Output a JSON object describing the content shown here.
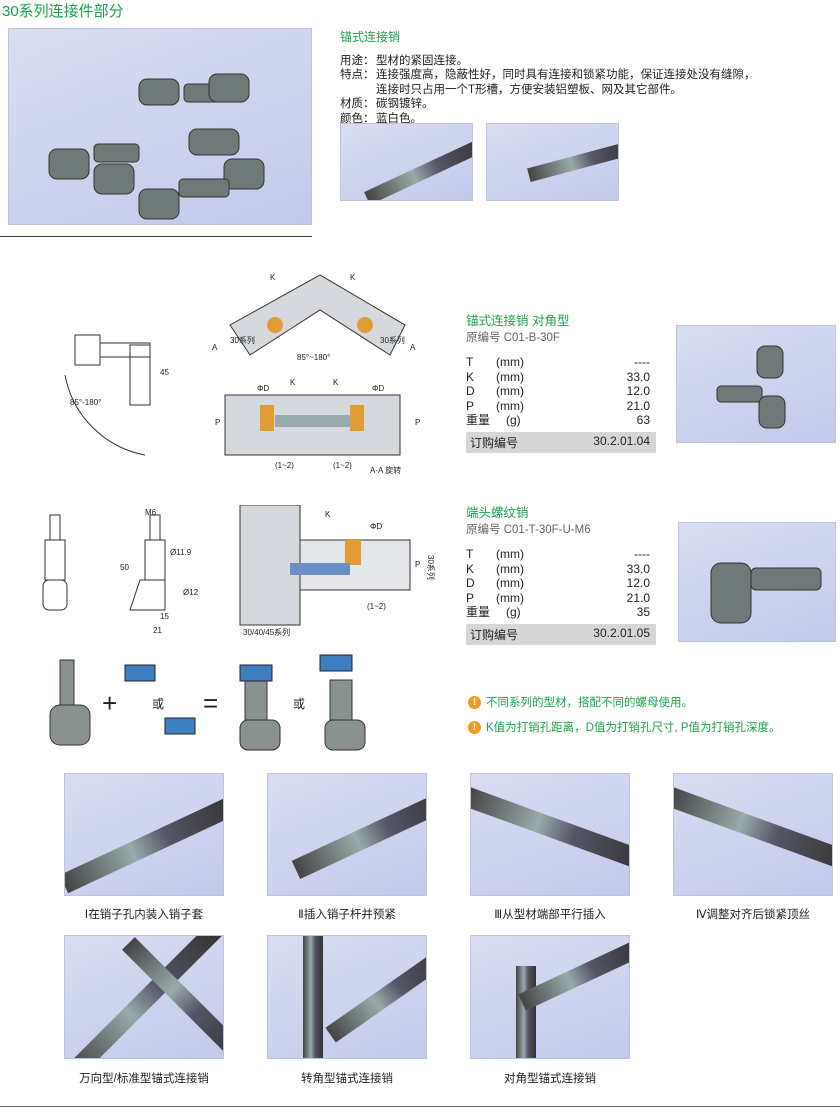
{
  "page_title": "30系列连接件部分",
  "intro": {
    "heading": "锚式连接销",
    "rows": [
      {
        "k": "用途：",
        "v": "型材的紧固连接。"
      },
      {
        "k": "特点：",
        "v": "连接强度高，隐蔽性好，同时具有连接和锁紧功能，保证连接处没有缝隙，"
      },
      {
        "k": "",
        "v": "连接时只占用一个T形槽，方便安装铝塑板、网及其它部件。"
      },
      {
        "k": "材质：",
        "v": "碳钢镀锌。"
      },
      {
        "k": "颜色：",
        "v": "蓝白色。"
      }
    ]
  },
  "drawing1": {
    "k": "K",
    "phid": "ΦD",
    "p": "P",
    "angle": "85°~180°",
    "angle2": "85°-180°",
    "series": "30系列",
    "a": "A",
    "aa": "A-A 旋转",
    "gap": "(1~2)",
    "h": "45"
  },
  "drawing2": {
    "m6": "M6",
    "d119": "Ø11.9",
    "d12": "Ø12",
    "l50": "50",
    "l15": "15",
    "l21": "21",
    "k": "K",
    "phid": "ΦD",
    "p": "P",
    "series": "30系列",
    "series3": "30/40/45系列",
    "gap": "(1~2)"
  },
  "specs": [
    {
      "name": "锚式连接销  对角型",
      "code": "原编号 C01-B-30F",
      "lines": [
        {
          "a": "T",
          "b": "(mm)",
          "c": "----"
        },
        {
          "a": "K",
          "b": "(mm)",
          "c": "33.0"
        },
        {
          "a": "D",
          "b": "(mm)",
          "c": "12.0"
        },
        {
          "a": "P",
          "b": "(mm)",
          "c": "21.0"
        },
        {
          "a": "重量",
          "b": "   (g)",
          "c": "63"
        }
      ],
      "order_label": "订购编号",
      "order": "30.2.01.04"
    },
    {
      "name": "端头螺纹销",
      "code": "原编号 C01-T-30F-U-M6",
      "lines": [
        {
          "a": "T",
          "b": "(mm)",
          "c": "----"
        },
        {
          "a": "K",
          "b": "(mm)",
          "c": "33.0"
        },
        {
          "a": "D",
          "b": "(mm)",
          "c": "12.0"
        },
        {
          "a": "P",
          "b": "(mm)",
          "c": "21.0"
        },
        {
          "a": "重量",
          "b": "   (g)",
          "c": "35"
        }
      ],
      "order_label": "订购编号",
      "order": "30.2.01.05"
    }
  ],
  "assembly": {
    "plus": "+",
    "or1": "或",
    "eq": "=",
    "or2": "或"
  },
  "notes": [
    "不同系列的型材，搭配不同的螺母使用。",
    "K值为打销孔距离，D值为打销孔尺寸, P值为打销孔深度。"
  ],
  "steps": [
    "Ⅰ在销子孔内装入销子套",
    "Ⅱ插入销子杆并预紧",
    "Ⅲ从型材端部平行插入",
    "Ⅳ调整对齐后锁紧顶丝"
  ],
  "types": [
    "万向型/标准型锚式连接销",
    "转角型锚式连接销",
    "对角型锚式连接销"
  ],
  "colors": {
    "accent": "#1aa34a",
    "note_icon": "#f29a1f",
    "photo_bg": "#cdd2ee"
  }
}
